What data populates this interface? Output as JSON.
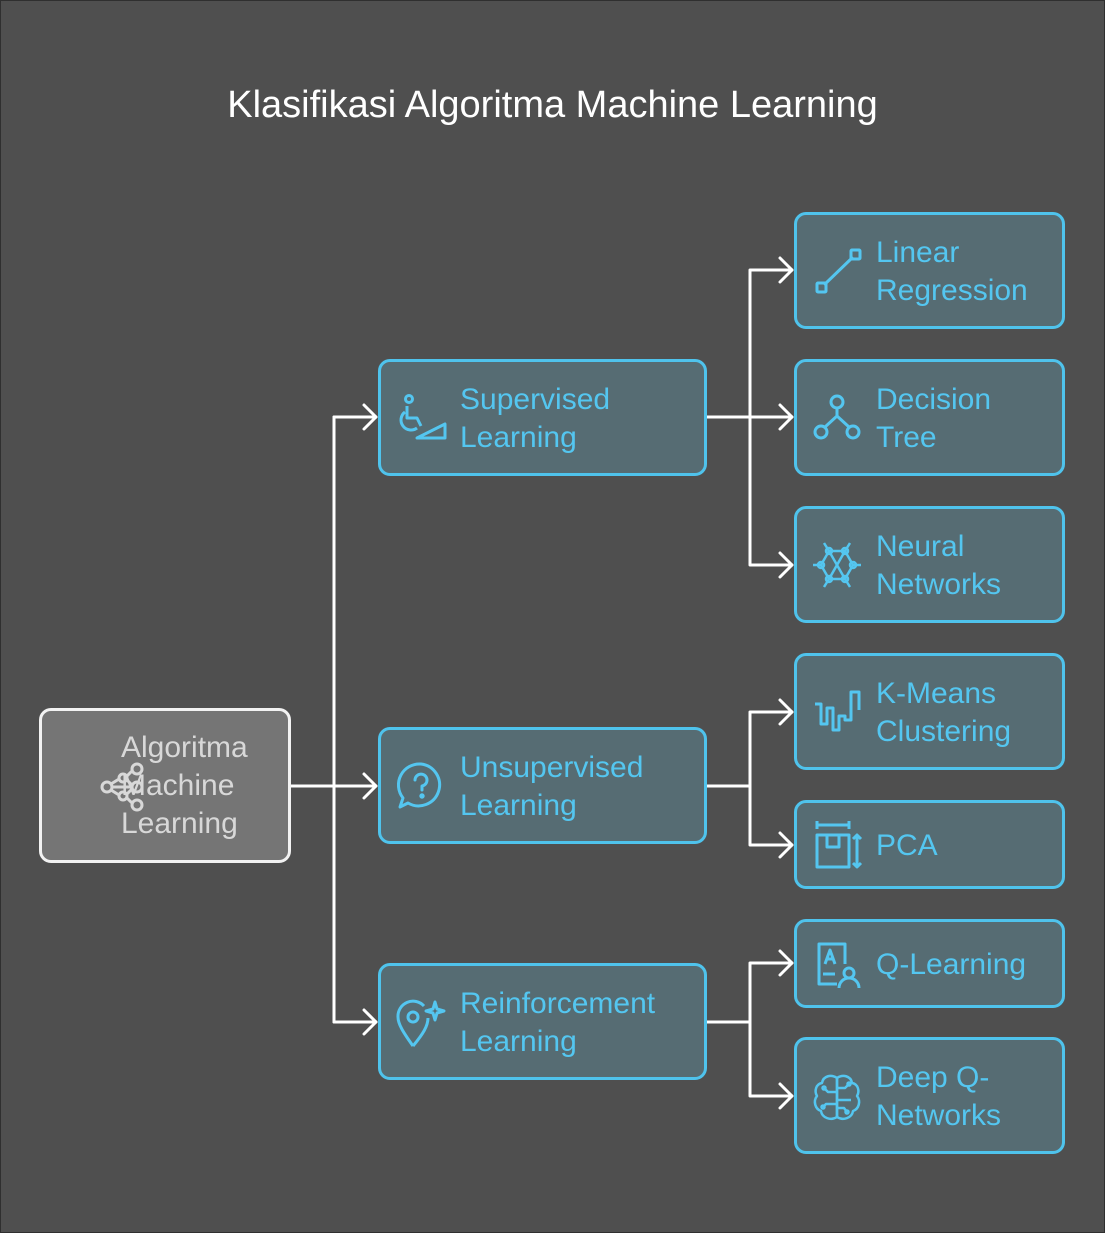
{
  "title": "Klasifikasi Algoritma Machine Learning",
  "root": {
    "lines": [
      "Algoritma",
      "Machine",
      "Learning"
    ],
    "icon": "share-nodes-icon"
  },
  "categories": [
    {
      "lines": [
        "Supervised",
        "Learning"
      ],
      "icon": "wheelchair-ramp-icon",
      "children": [
        {
          "lines": [
            "Linear",
            "Regression"
          ],
          "icon": "line-segment-icon"
        },
        {
          "lines": [
            "Decision",
            "Tree"
          ],
          "icon": "tree-nodes-icon"
        },
        {
          "lines": [
            "Neural",
            "Networks"
          ],
          "icon": "network-hexagon-icon"
        }
      ]
    },
    {
      "lines": [
        "Unsupervised",
        "Learning"
      ],
      "icon": "question-bubble-icon",
      "children": [
        {
          "lines": [
            "K-Means",
            "Clustering"
          ],
          "icon": "waveform-icon"
        },
        {
          "lines": [
            "PCA"
          ],
          "icon": "dimension-box-icon"
        }
      ]
    },
    {
      "lines": [
        "Reinforcement",
        "Learning"
      ],
      "icon": "location-sparkle-icon",
      "children": [
        {
          "lines": [
            "Q-Learning"
          ],
          "icon": "learner-card-icon"
        },
        {
          "lines": [
            "Deep Q-",
            "Networks"
          ],
          "icon": "brain-circuit-icon"
        }
      ]
    }
  ],
  "colors": {
    "background": "#4f4f4f",
    "accent": "#4fc3ec",
    "node_fill": "#566c73",
    "root_fill": "#757575",
    "connector": "#ffffff"
  }
}
